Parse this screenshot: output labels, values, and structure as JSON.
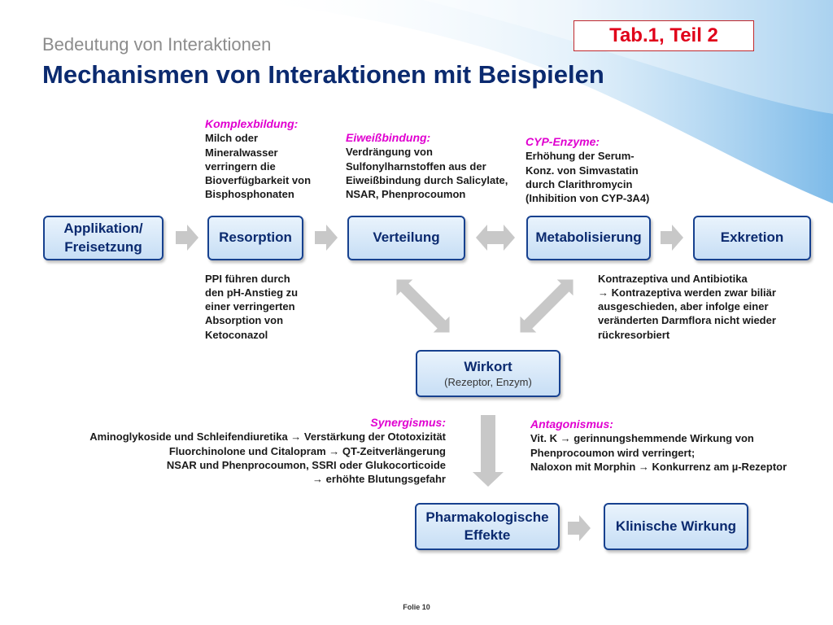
{
  "slide": {
    "subtitle": "Bedeutung von Interaktionen",
    "title": "Mechanismen von Interaktionen mit Beispielen",
    "tab_label": "Tab.1, Teil 2",
    "footer": "Folie 10"
  },
  "boxes": {
    "applikation": [
      "Applikation/",
      "Freisetzung"
    ],
    "resorption": "Resorption",
    "verteilung": "Verteilung",
    "metabolisierung": "Metabolisierung",
    "exkretion": "Exkretion",
    "wirkort": {
      "title": "Wirkort",
      "sub": "(Rezeptor, Enzym)"
    },
    "pharmakologische": [
      "Pharmakologische",
      "Effekte"
    ],
    "klinische": "Klinische Wirkung"
  },
  "annotations": {
    "komplexbildung": {
      "title": "Komplexbildung:",
      "lines": [
        "Milch oder",
        "Mineralwasser",
        "verringern die",
        "Bioverfügbarkeit von",
        "Bisphosphonaten"
      ]
    },
    "eiweissbindung": {
      "title": "Eiweißbindung:",
      "lines": [
        "Verdrängung von",
        "Sulfonylharnstoffen aus der",
        "Eiweißbindung durch Salicylate,",
        "NSAR, Phenprocoumon"
      ]
    },
    "cyp": {
      "title": "CYP-Enzyme:",
      "lines": [
        "Erhöhung der Serum-",
        "Konz. von Simvastatin",
        "durch Clarithromycin",
        "(Inhibition von CYP-3A4)"
      ]
    },
    "ppi": {
      "lines": [
        "PPI führen durch",
        "den pH-Anstieg zu",
        "einer verringerten",
        "Absorption von",
        "Ketoconazol"
      ]
    },
    "kontrazeptiva": {
      "lines": [
        "Kontrazeptiva und Antibiotika",
        "→ Kontrazeptiva werden zwar biliär",
        "ausgeschieden, aber infolge einer",
        "veränderten Darmflora nicht wieder",
        "rückresorbiert"
      ]
    },
    "synergismus": {
      "title": "Synergismus:",
      "lines": [
        "Aminoglykoside und Schleifendiuretika → Verstärkung der Ototoxizität",
        "Fluorchinolone und Citalopram → QT-Zeitverlängerung",
        "NSAR und Phenprocoumon, SSRI oder Glukocorticoide",
        "→ erhöhte Blutungsgefahr"
      ]
    },
    "antagonismus": {
      "title": "Antagonismus:",
      "lines": [
        "Vit. K → gerinnungshemmende Wirkung von",
        "Phenprocoumon wird verringert;",
        "Naloxon mit Morphin → Konkurrenz am µ-Rezeptor"
      ]
    }
  }
}
